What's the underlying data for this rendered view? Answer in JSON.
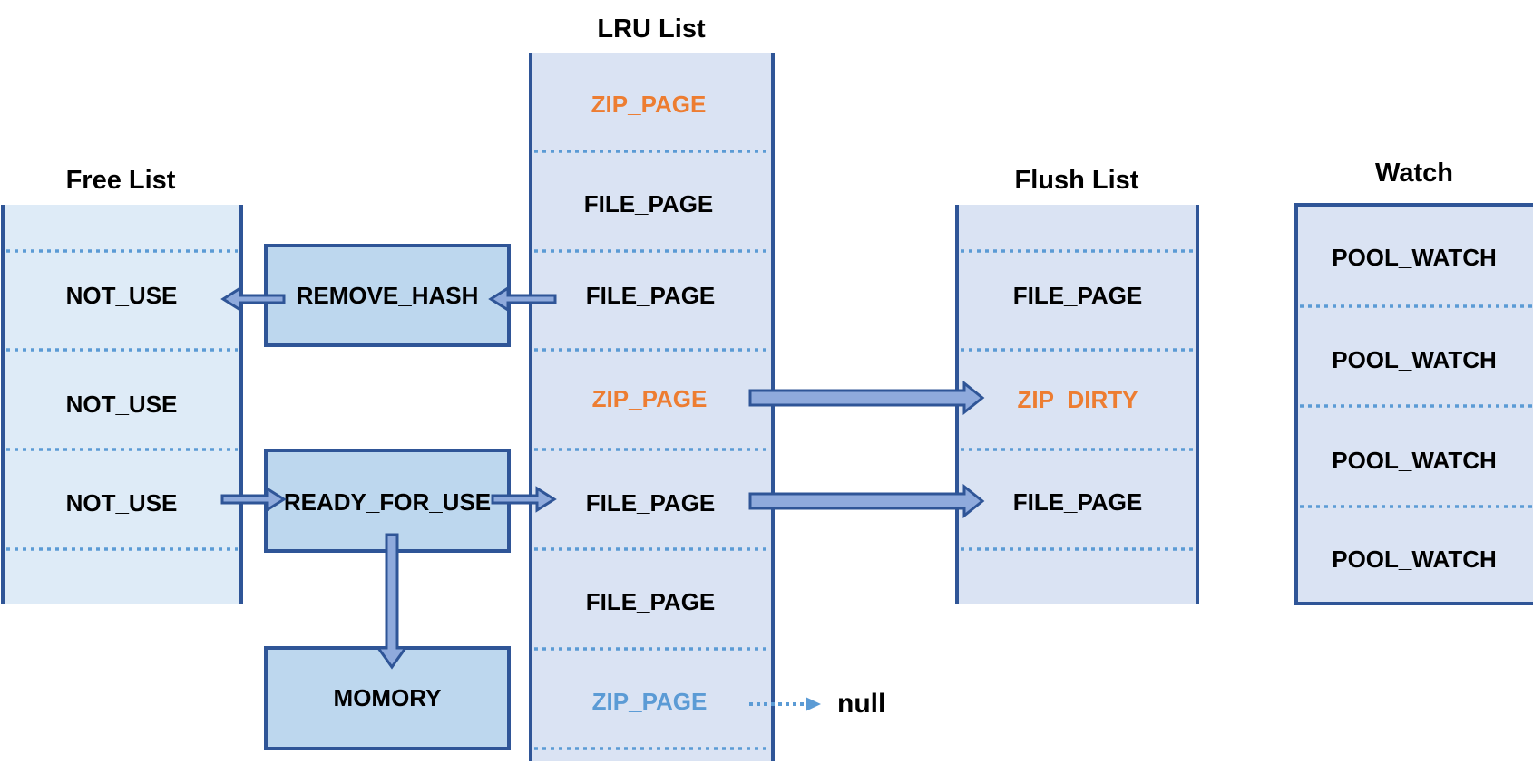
{
  "colors": {
    "normal_text": "#000000",
    "orange_text": "#ed7d31",
    "blue_text": "#5b9bd5",
    "border": "#2f5597",
    "column_fill": "#dae3f3",
    "free_fill": "#deebf7",
    "box_fill": "#bdd7ee",
    "arrow_fill": "#8faadc"
  },
  "free_list": {
    "title": "Free List",
    "items": [
      "NOT_USE",
      "NOT_USE",
      "NOT_USE"
    ]
  },
  "lru_list": {
    "title": "LRU List",
    "items": [
      {
        "label": "ZIP_PAGE",
        "color": "#ed7d31"
      },
      {
        "label": "FILE_PAGE",
        "color": "#000000"
      },
      {
        "label": "FILE_PAGE",
        "color": "#000000"
      },
      {
        "label": "ZIP_PAGE",
        "color": "#ed7d31"
      },
      {
        "label": "FILE_PAGE",
        "color": "#000000"
      },
      {
        "label": "FILE_PAGE",
        "color": "#000000"
      },
      {
        "label": "ZIP_PAGE",
        "color": "#5b9bd5"
      }
    ]
  },
  "flush_list": {
    "title": "Flush List",
    "items": [
      {
        "label": "FILE_PAGE",
        "color": "#000000"
      },
      {
        "label": "ZIP_DIRTY",
        "color": "#ed7d31"
      },
      {
        "label": "FILE_PAGE",
        "color": "#000000"
      }
    ]
  },
  "watch": {
    "title": "Watch",
    "items": [
      "POOL_WATCH",
      "POOL_WATCH",
      "POOL_WATCH",
      "POOL_WATCH"
    ]
  },
  "states": {
    "remove_hash": "REMOVE_HASH",
    "ready_for_use": "READY_FOR_USE",
    "memory": "MOMORY"
  },
  "null_label": "null"
}
